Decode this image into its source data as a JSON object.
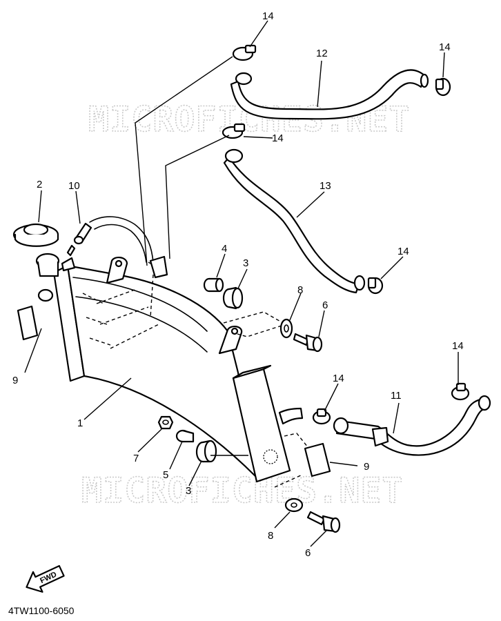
{
  "watermarks": [
    "MICROFICHES.NET",
    "MICROFICHES.NET"
  ],
  "callouts": [
    "1",
    "2",
    "3",
    "3",
    "4",
    "5",
    "6",
    "6",
    "7",
    "8",
    "8",
    "9",
    "9",
    "10",
    "11",
    "12",
    "13",
    "14",
    "14",
    "14",
    "14",
    "14",
    "14"
  ],
  "fwd_label": "FWD",
  "diagram_code": "4TW1100-6050"
}
